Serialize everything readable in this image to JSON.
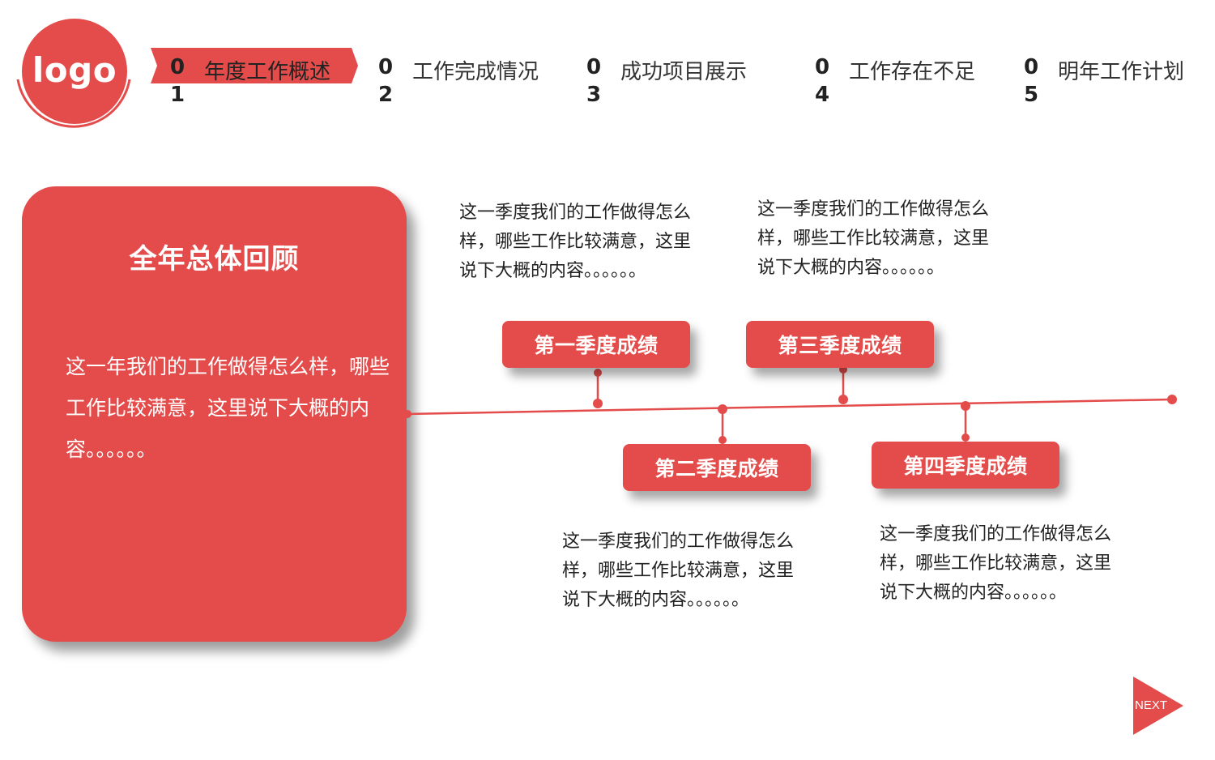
{
  "logo": {
    "text": "logo"
  },
  "nav": {
    "items": [
      {
        "num": "01",
        "label": "年度工作概述",
        "active": true
      },
      {
        "num": "02",
        "label": "工作完成情况",
        "active": false
      },
      {
        "num": "03",
        "label": "成功项目展示",
        "active": false
      },
      {
        "num": "04",
        "label": "工作存在不足",
        "active": false
      },
      {
        "num": "05",
        "label": "明年工作计划",
        "active": false
      }
    ]
  },
  "review": {
    "title": "全年总体回顾",
    "body": "这一年我们的工作做得怎么样，哪些工作比较满意，这里说下大概的内容。。。。。。"
  },
  "quarters": [
    {
      "label": "第一季度成绩",
      "text": "这一季度我们的工作做得怎么样，哪些工作比较满意，这里说下大概的内容。。。。。。"
    },
    {
      "label": "第二季度成绩",
      "text": "这一季度我们的工作做得怎么样，哪些工作比较满意，这里说下大概的内容。。。。。。"
    },
    {
      "label": "第三季度成绩",
      "text": "这一季度我们的工作做得怎么样，哪些工作比较满意，这里说下大概的内容。。。。。。"
    },
    {
      "label": "第四季度成绩",
      "text": "这一季度我们的工作做得怎么样，哪些工作比较满意，这里说下大概的内容。。。。。。"
    }
  ],
  "next": {
    "label": "NEXT"
  },
  "colors": {
    "accent": "#e34c4a",
    "text": "#222222",
    "white": "#ffffff"
  }
}
